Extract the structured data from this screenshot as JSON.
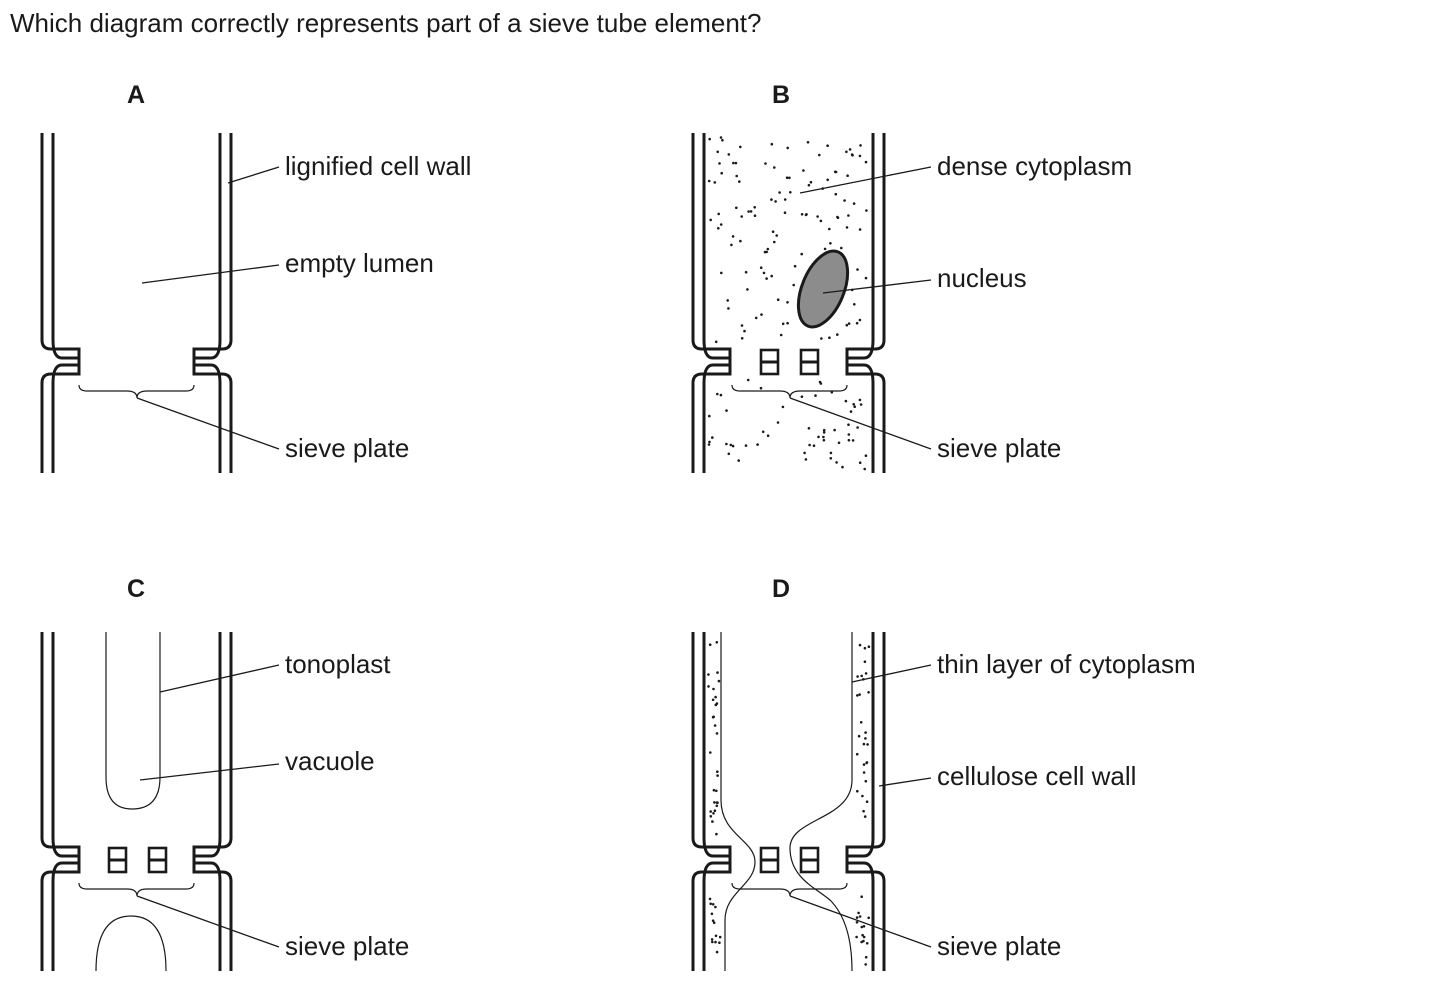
{
  "question": "Which diagram correctly represents part of a sieve tube element?",
  "panels": [
    {
      "letter": "A",
      "labels": [
        "lignified cell wall",
        "empty lumen",
        "sieve plate"
      ]
    },
    {
      "letter": "B",
      "labels": [
        "dense cytoplasm",
        "nucleus",
        "sieve plate"
      ]
    },
    {
      "letter": "C",
      "labels": [
        "tonoplast",
        "vacuole",
        "sieve plate"
      ]
    },
    {
      "letter": "D",
      "labels": [
        "thin layer of cytoplasm",
        "cellulose cell wall",
        "sieve plate"
      ]
    }
  ],
  "colors": {
    "ink": "#1a1a1a",
    "nucleus_fill": "#8c8c8c",
    "background": "#ffffff"
  }
}
